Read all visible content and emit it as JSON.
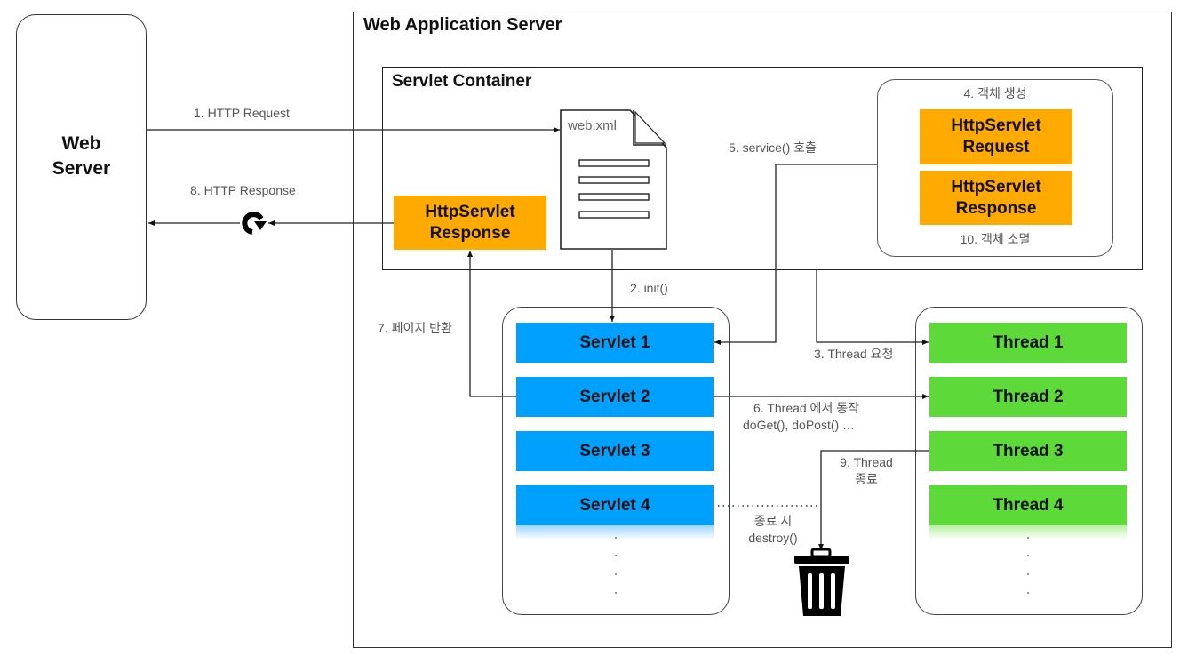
{
  "web_server": {
    "label_line1": "Web",
    "label_line2": "Server"
  },
  "was": {
    "title": "Web Application Server"
  },
  "servlet_container": {
    "title": "Servlet Container",
    "web_xml": {
      "label": "web.xml"
    },
    "response_box": {
      "line1": "HttpServlet",
      "line2": "Response"
    },
    "object_box": {
      "create_label": "4. 객체 생성",
      "destroy_label": "10. 객체 소멸",
      "request": {
        "line1": "HttpServlet",
        "line2": "Request"
      },
      "response": {
        "line1": "HttpServlet",
        "line2": "Response"
      }
    }
  },
  "servlet_pool": {
    "items": [
      "Servlet 1",
      "Servlet 2",
      "Servlet 3",
      "Servlet 4"
    ]
  },
  "thread_pool": {
    "items": [
      "Thread 1",
      "Thread 2",
      "Thread 3",
      "Thread 4"
    ]
  },
  "steps": {
    "s1": "1.  HTTP Request",
    "s2": "2. init()",
    "s3": "3. Thread 요청",
    "s5": "5. service() 호출",
    "s6_line1": "6. Thread 에서 동작",
    "s6_line2": "doGet(), doPost() …",
    "s7": "7. 페이지 반환",
    "s8": "8. HTTP Response",
    "s9_line1": "9. Thread",
    "s9_line2": "종료",
    "destroy_line1": "종료 시",
    "destroy_line2": "destroy()"
  },
  "colors": {
    "orange": "#FFAA00",
    "servlet_blue": "#00A0FF",
    "thread_green": "#5DDA3A"
  }
}
